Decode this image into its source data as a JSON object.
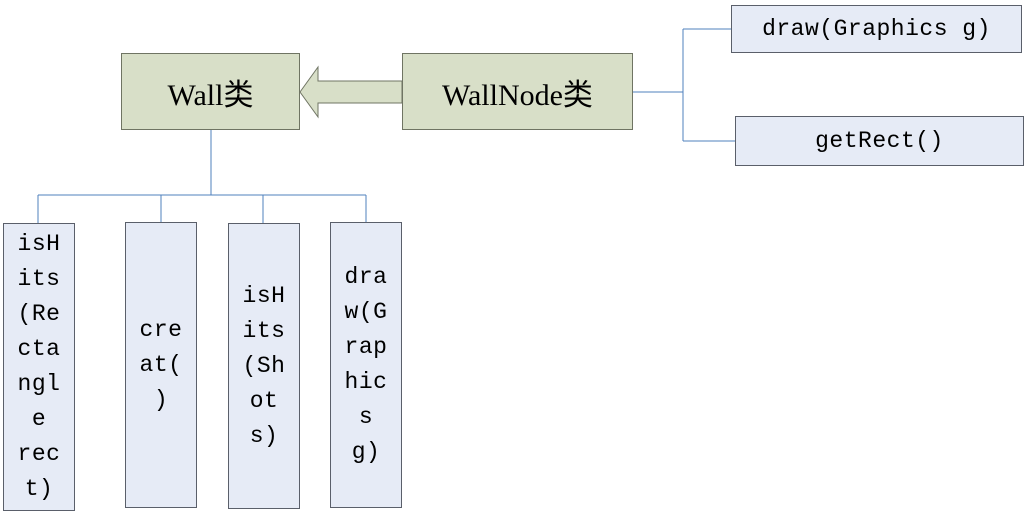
{
  "classes": {
    "wall": "Wall类",
    "wall_node": "WallNode类"
  },
  "wall_node_methods": [
    "draw(Graphics g)",
    "getRect()"
  ],
  "wall_methods": [
    "isH\nits\n(Re\ncta\nngl\ne\nrec\nt)",
    "cre\nat(\n)",
    "isH\nits\n(Sh\not\ns)",
    "dra\nw(G\nrap\nhic\ns\ng)"
  ],
  "colors": {
    "class_fill": "#d8dfc8",
    "class_border": "#6f7463",
    "method_fill": "#e6ebf6",
    "method_border": "#5a5f6a",
    "connector": "#4f81bd",
    "arrow_fill": "#d8dfc8"
  }
}
